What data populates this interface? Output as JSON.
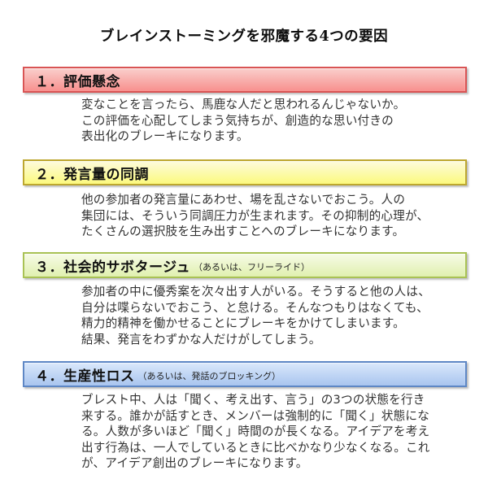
{
  "page_title": "ブレインストーミングを邪魔する4つの要因",
  "sections": [
    {
      "heading": "１．評価懸念",
      "note": "",
      "body": "変なことを言ったら、馬鹿な人だと思われるんじゃないか。\nこの評価を心配してしまう気持ちが、創造的な思い付きの\n表出化のブレーキになります。",
      "colors": {
        "border": "#d95454",
        "gradient_top": "#f9cfcc",
        "gradient_bottom": "#f8908e"
      }
    },
    {
      "heading": "２．発言量の同調",
      "note": "",
      "body": "他の参加者の発言量にあわせ、場を乱さないでおこう。人の\n集団には、そういう同調圧力が生まれます。その抑制的心理が、\nたくさんの選択肢を生み出すことへのブレーキになります。",
      "colors": {
        "border": "#bda72f",
        "gradient_top": "#fdfbdc",
        "gradient_bottom": "#fcf97e"
      }
    },
    {
      "heading": "３．社会的サボタージュ",
      "note": "（あるいは、フリーライド）",
      "body": "参加者の中に優秀案を次々出す人がいる。そうすると他の人は、\n自分は喋らないでおこう、と怠ける。そんなつもりはなくても、\n精力的精神を働かせることにブレーキをかけてしまいます。\n結果、発言をわずかな人だけがしてしまう。",
      "colors": {
        "border": "#a9c254",
        "gradient_top": "#f7fbe7",
        "gradient_bottom": "#e0f0af"
      }
    },
    {
      "heading": "４．生産性ロス",
      "note": "（あるいは、発話のブロッキング）",
      "body": "ブレスト中、人は「聞く、考え出す、言う」の3つの状態を行き\n来する。誰かが話すとき、メンバーは強制的に「聞く」状態にな\nる。人数が多いほど「聞く」時間のが長くなる。アイデアを考え\n出す行為は、一人でしているときに比べかなり少なくなる。これ\nが、アイデア創出のブレーキになります。",
      "colors": {
        "border": "#5e87c5",
        "gradient_top": "#dae8fb",
        "gradient_bottom": "#a9c5ef"
      }
    }
  ]
}
